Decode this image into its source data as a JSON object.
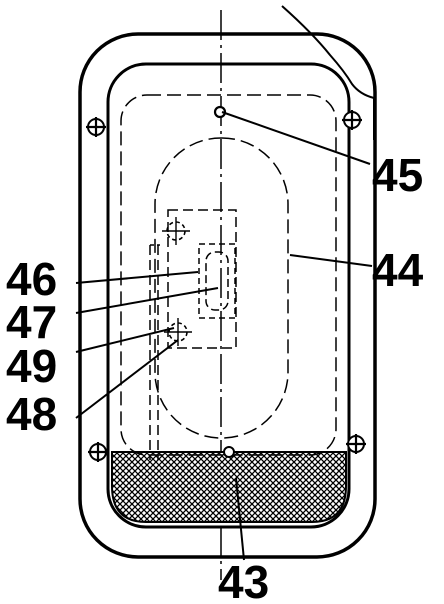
{
  "labels": {
    "l43": "43",
    "l44": "44",
    "l45": "45",
    "l46": "46",
    "l47": "47",
    "l48": "48",
    "l49": "49"
  },
  "colors": {
    "ink": "#000000",
    "paper": "#ffffff"
  }
}
